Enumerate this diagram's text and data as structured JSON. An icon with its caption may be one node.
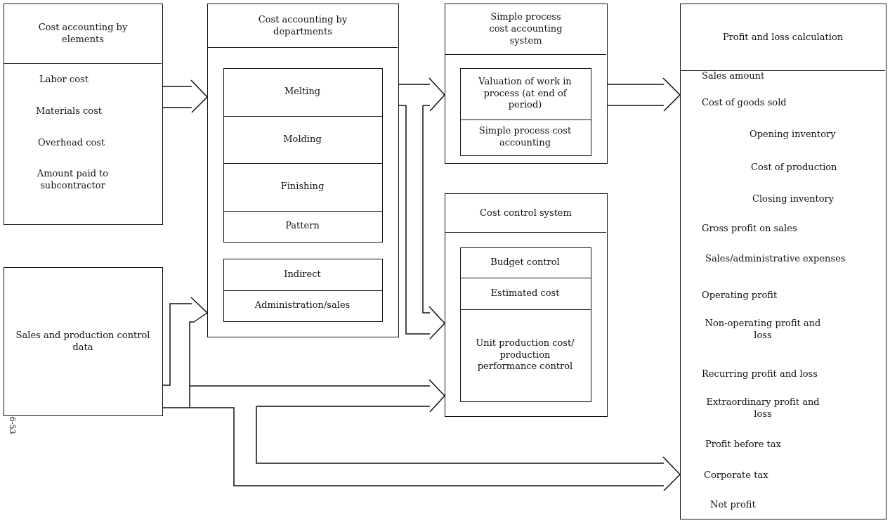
{
  "diagram": {
    "nodes": [
      {
        "text": [
          "Cost accounting by elements",
          "Labor cost",
          "Materials cost",
          "Overhead cost",
          "Amount paid to subcontractor"
        ]
      },
      {
        "text": [
          "Cost accounting by departments"
        ]
      },
      {
        "text": [
          "Melting"
        ],
        "in": 1
      },
      {
        "text": [
          "Molding"
        ],
        "in": 1
      },
      {
        "text": [
          "Finishing"
        ],
        "in": 1
      },
      {
        "text": [
          "Pattern"
        ],
        "in": 1
      },
      {
        "text": [
          "Indirect"
        ],
        "in": 1
      },
      {
        "text": [
          "Administration/sales"
        ],
        "in": 1
      },
      {
        "text": [
          "Simple process cost accounting system"
        ]
      },
      {
        "text": [
          "Valuation of work in process (at end of period)"
        ],
        "in": 8
      },
      {
        "text": [
          "Simple process cost accounting"
        ],
        "in": 8
      },
      {
        "text": [
          "Cost control system"
        ]
      },
      {
        "text": [
          "Budget control"
        ],
        "in": 11
      },
      {
        "text": [
          "Estimated cost"
        ],
        "in": 11
      },
      {
        "text": [
          "Unit production cost/ production performance control"
        ],
        "in": 11
      },
      {
        "text": [
          "Profit and loss calculation",
          "Sales amount",
          "Cost of goods sold",
          "Opening inventory",
          "Cost of production",
          "Closing inventory",
          "Gross profit on sales",
          "Sales/administrative expenses",
          "Operating profit",
          "Non-operating profit and loss",
          "Recurring profit and loss",
          "Extraordinary profit and loss",
          "Profit before tax",
          "Corporate tax",
          "Net profit"
        ]
      },
      {
        "text": [
          "Sales and production control data"
        ]
      }
    ],
    "edges": [
      {
        "from": 0,
        "to": 1,
        "arrow": "to"
      },
      {
        "from": 1,
        "to": 8,
        "arrow": "to"
      },
      {
        "from": 1,
        "to": 11,
        "arrow": "to"
      },
      {
        "from": 8,
        "to": 15,
        "arrow": "to"
      },
      {
        "from": 16,
        "to": 1,
        "arrow": "to"
      },
      {
        "from": 16,
        "to": 11,
        "arrow": "to"
      },
      {
        "from": 16,
        "to": 15,
        "arrow": "to"
      }
    ],
    "labels": [
      "6-53"
    ]
  }
}
